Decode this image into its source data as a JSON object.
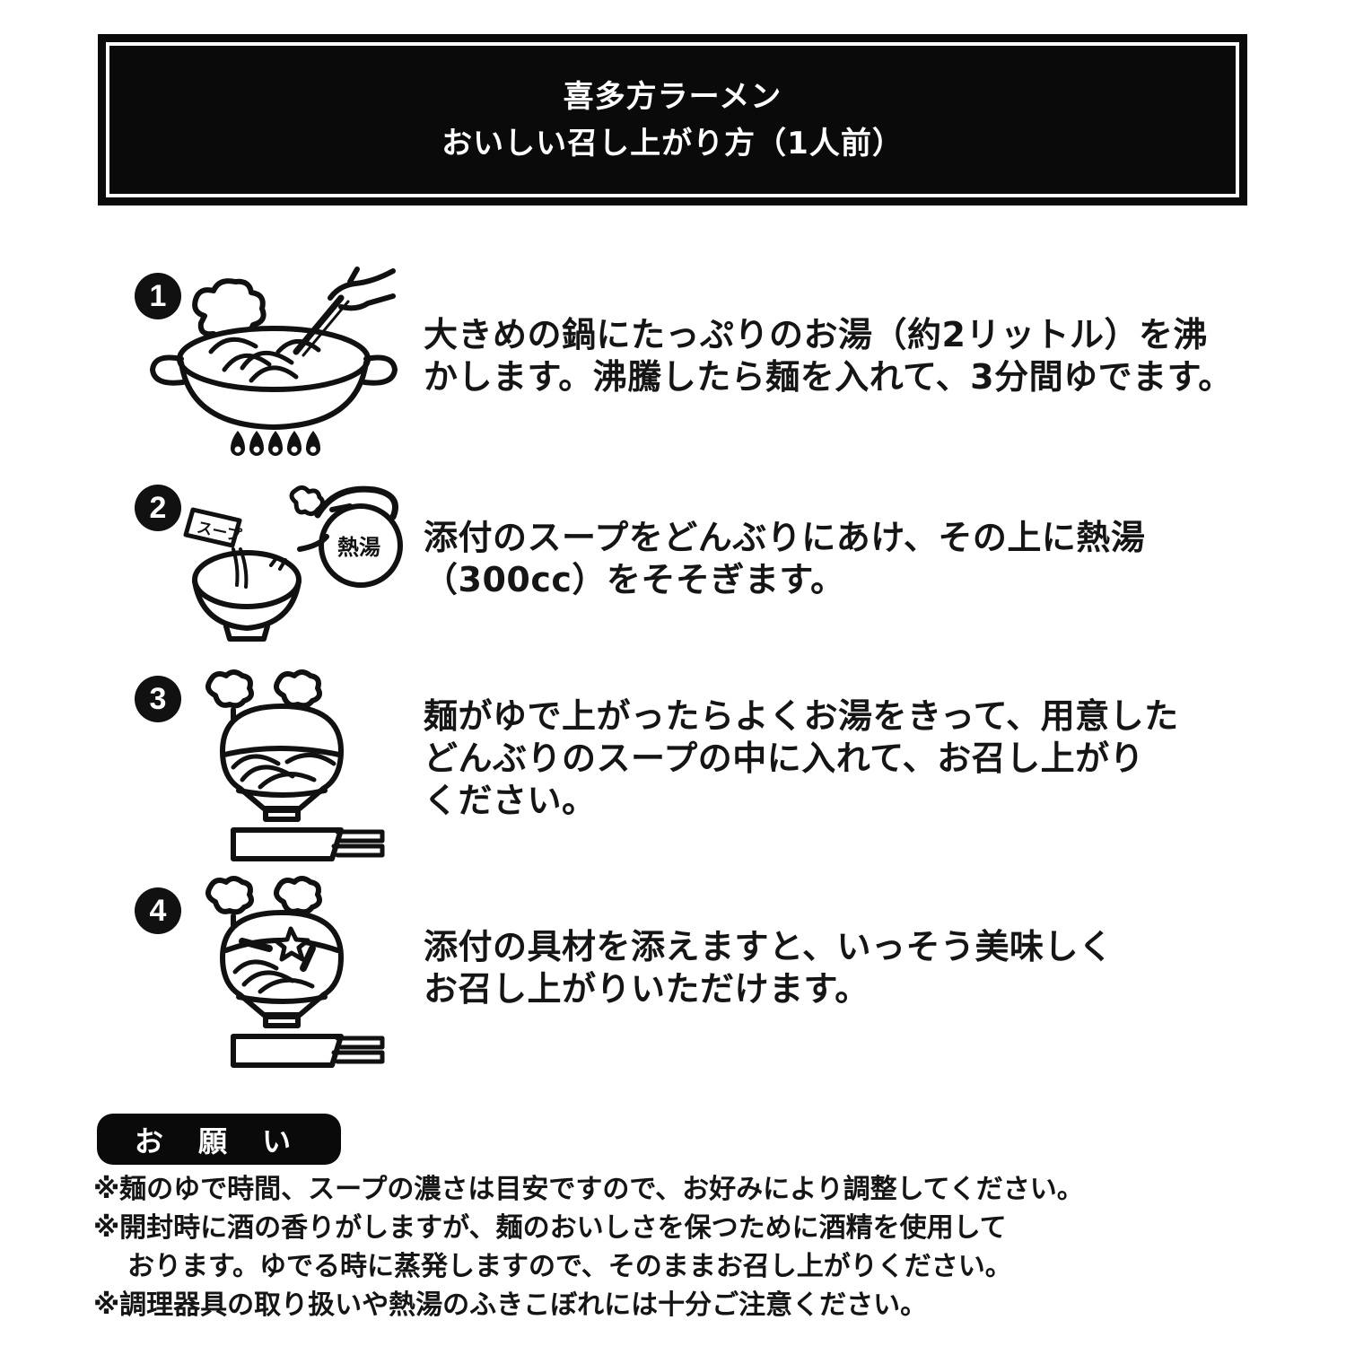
{
  "header": {
    "title": "喜多方ラーメン",
    "subtitle": "おいしい召し上がり方（1人前）"
  },
  "steps": [
    {
      "number": "1",
      "icon": "pot-boiling-noodles-icon",
      "lines": [
        "大きめの鍋にたっぷりのお湯（約2リットル）を沸",
        "かします。沸騰したら麺を入れて、3分間ゆでます。"
      ]
    },
    {
      "number": "2",
      "icon": "soup-packet-kettle-bowl-icon",
      "packet_label": "スープ",
      "kettle_label": "熱湯",
      "lines": [
        "添付のスープをどんぶりにあけ、その上に熱湯",
        "（300cc）をそそぎます。"
      ]
    },
    {
      "number": "3",
      "icon": "noodle-bowl-steam-icon",
      "lines": [
        "麺がゆで上がったらよくお湯をきって、用意した",
        "どんぶりのスープの中に入れて、お召し上がり",
        "ください。"
      ]
    },
    {
      "number": "4",
      "icon": "ramen-bowl-toppings-icon",
      "lines": [
        "添付の具材を添えますと、いっそう美味しく",
        "お召し上がりいただけます。"
      ]
    }
  ],
  "notice": {
    "label": "お 願 い",
    "notes": [
      "※麺のゆで時間、スープの濃さは目安ですので、お好みにより調整してください。",
      "※開封時に酒の香りがしますが、麺のおいしさを保つために酒精を使用して",
      "おります。ゆでる時に蒸発しますので、そのままお召し上がりください。",
      "※調理器具の取り扱いや熱湯のふきこぼれには十分ご注意ください。"
    ]
  }
}
